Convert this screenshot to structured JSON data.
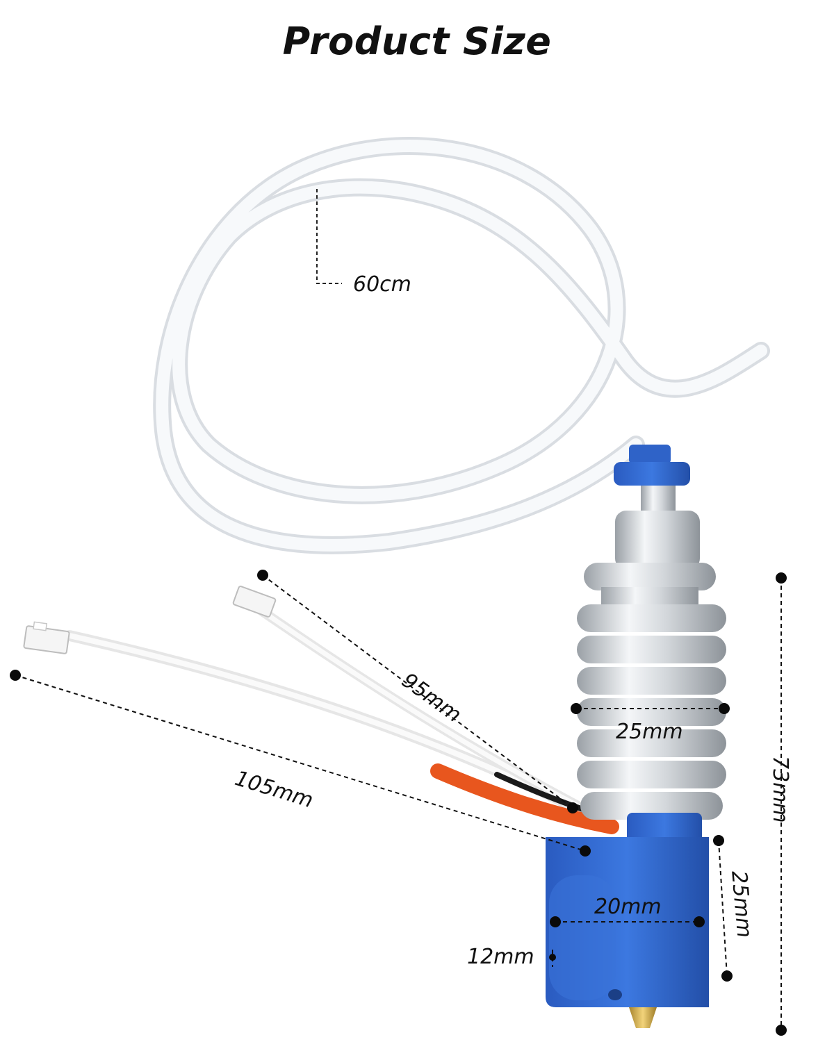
{
  "header": {
    "title": "Product Size"
  },
  "dimensions": {
    "tube_length": "60cm",
    "thermistor_wire_length": "95mm",
    "heater_wire_length": "105mm",
    "heatsink_diameter": "25mm",
    "total_height": "73mm",
    "block_height": "25mm",
    "block_width": "20mm",
    "nozzle_offset": "12mm"
  },
  "colors": {
    "accent_blue": "#2f63c8",
    "heater_orange": "#e8561e",
    "aluminum": "#c9ccd0",
    "ptfe_white": "#f2f4f6"
  }
}
